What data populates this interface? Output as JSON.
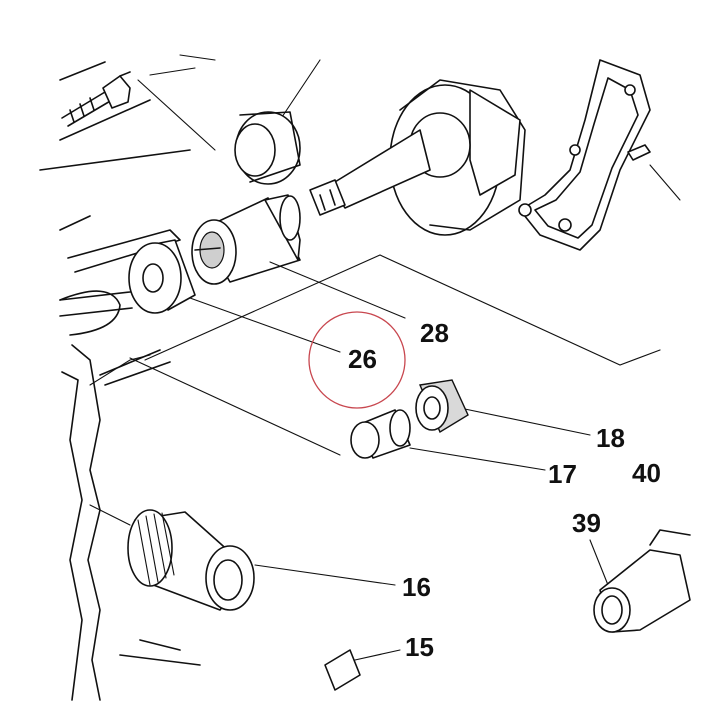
{
  "diagram": {
    "callouts": [
      {
        "id": "c28",
        "text": "28"
      },
      {
        "id": "c26",
        "text": "26"
      },
      {
        "id": "c18",
        "text": "18"
      },
      {
        "id": "c17",
        "text": "17"
      },
      {
        "id": "c40",
        "text": "40"
      },
      {
        "id": "c39",
        "text": "39"
      },
      {
        "id": "c16",
        "text": "16"
      },
      {
        "id": "c15",
        "text": "15"
      }
    ],
    "highlight": {
      "color": "#c8474f",
      "target": "26"
    }
  }
}
